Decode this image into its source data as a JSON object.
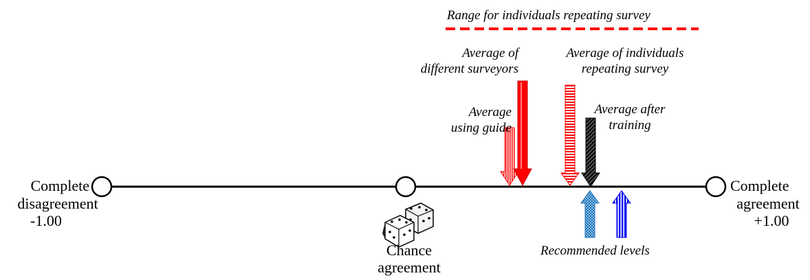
{
  "scale": {
    "left_end": {
      "line1": "Complete",
      "line2": "disagreement",
      "value": "-1.00"
    },
    "right_end": {
      "line1": "Complete",
      "line2": "agreement",
      "value": "+1.00"
    },
    "chance": {
      "line1": "Chance",
      "line2": "agreement"
    }
  },
  "range_legend": {
    "label": "Range for individuals repeating survey",
    "color": "#ff0000"
  },
  "annotations": {
    "avg_surveyors": {
      "line1": "Average of",
      "line2": "different surveyors"
    },
    "avg_guide": {
      "line1": "Average",
      "line2": "using guide"
    },
    "avg_individuals": {
      "line1": "Average of individuals",
      "line2": "repeating survey"
    },
    "avg_training": {
      "line1": "Average after",
      "line2": "training"
    },
    "recommended": {
      "label": "Recommended levels"
    }
  },
  "colors": {
    "red": "#ff0000",
    "dark_red": "#c00000",
    "black": "#000000",
    "light_blue": "#3a8fd0",
    "blue": "#0000ee"
  },
  "icons": [
    "dice-icon"
  ]
}
